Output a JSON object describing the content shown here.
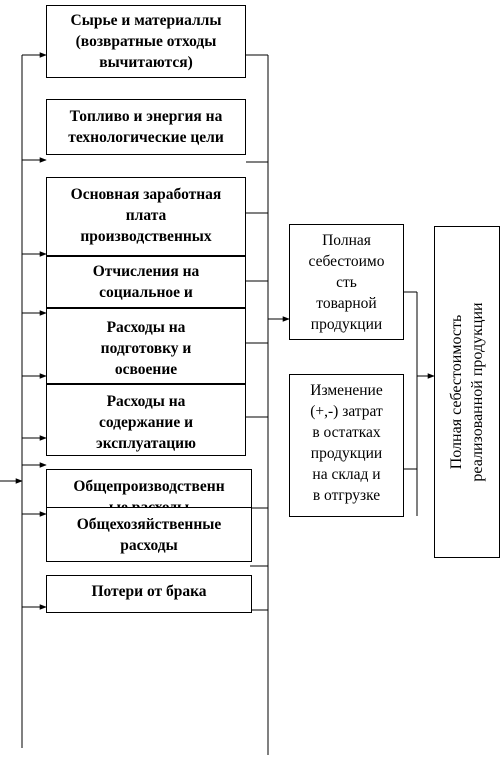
{
  "cost_items": [
    {
      "lines": [
        "Сырье и материаллы",
        "(возвратные отходы",
        "вычитаются)"
      ]
    },
    {
      "lines": [
        "Топливо и энергия на",
        "технологические цели"
      ]
    },
    {
      "lines": [
        "Основная заработная",
        "плата",
        "производственных"
      ]
    },
    {
      "lines": [
        "Отчисления на",
        "социальное и"
      ]
    },
    {
      "lines": [
        "Расходы на",
        "подготовку и",
        "освоение"
      ]
    },
    {
      "lines": [
        "Расходы на",
        "содержание и",
        "эксплуатацию"
      ]
    },
    {
      "lines": [
        "Общепроизводственн",
        "ые расходы"
      ]
    },
    {
      "lines": [
        "Общехозяйственные",
        "расходы"
      ]
    },
    {
      "lines": [
        "Потери от брака"
      ]
    }
  ],
  "full_cost_box": {
    "lines": [
      "Полная",
      "себестоимо",
      "сть",
      "товарной",
      "продукции"
    ]
  },
  "change_box": {
    "lines": [
      "Изменение",
      "(+,-) затрат",
      "в остатках",
      "продукции",
      "на склад и",
      "в отгрузке"
    ]
  },
  "realized_box": {
    "lines": [
      "Полная себестоимость",
      "реализованной продукции"
    ]
  }
}
